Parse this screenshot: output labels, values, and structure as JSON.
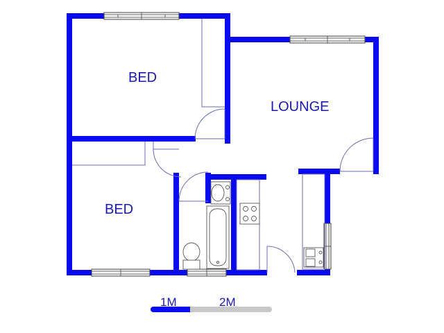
{
  "rooms": {
    "bed_1": "BED",
    "lounge": "LOUNGE",
    "bed_2": "BED"
  },
  "scale_bar": {
    "mark_1": "1M",
    "mark_2": "2M"
  },
  "colors": {
    "wall": "#0a0af0",
    "label": "#1a1ab0",
    "scale_dark": "#0a0af0",
    "scale_light": "#c8c8c8"
  }
}
